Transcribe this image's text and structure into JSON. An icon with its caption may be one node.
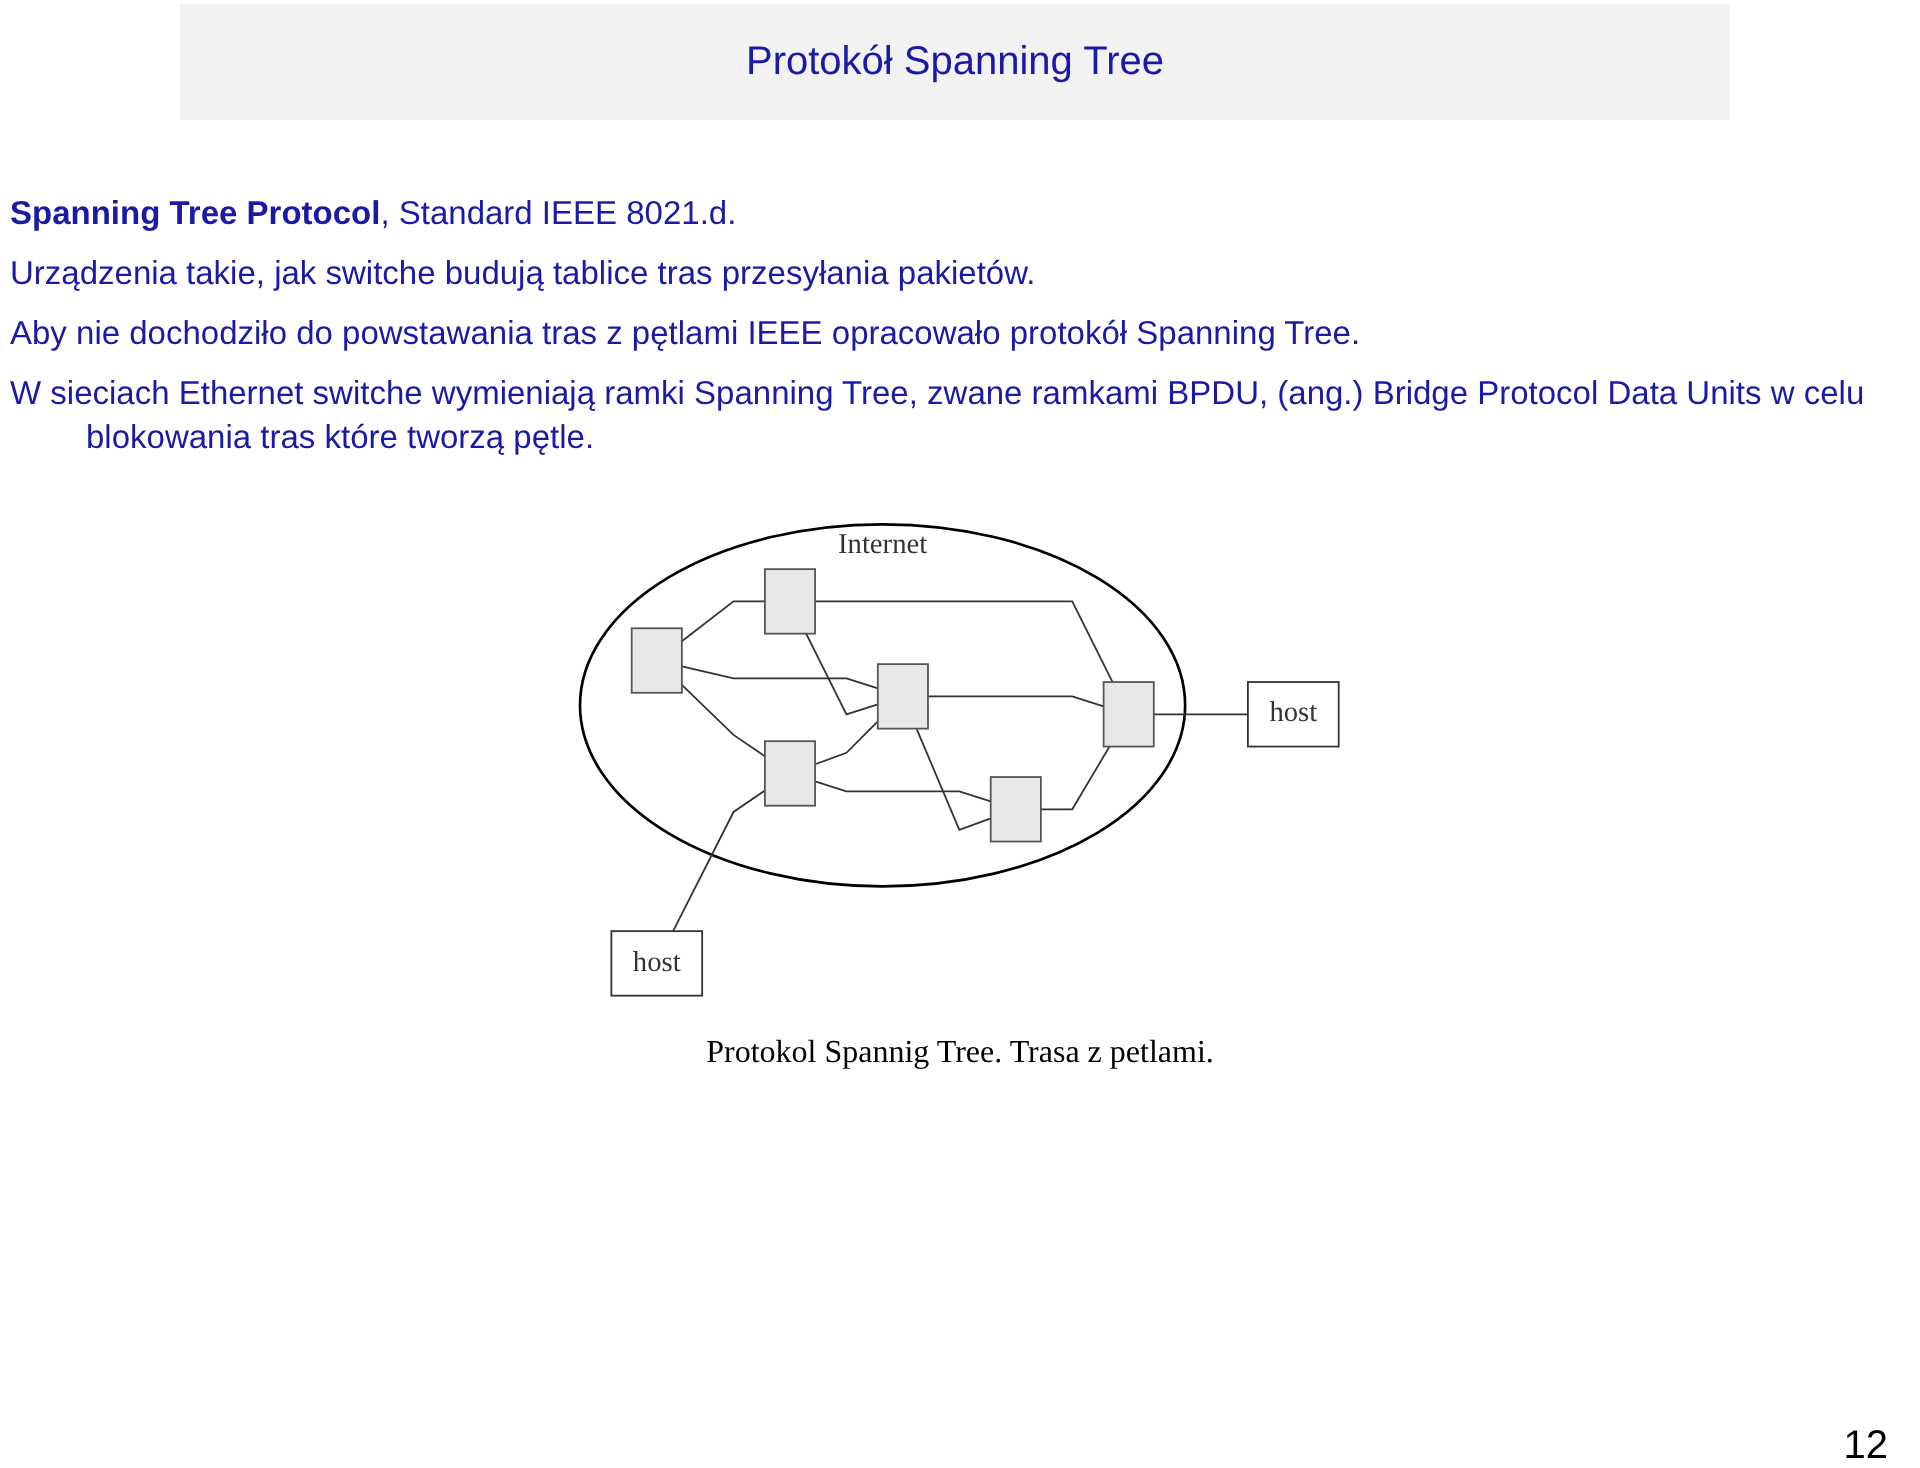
{
  "diagram": {
    "title": "Protokół Spanning Tree",
    "caption": "Protokol Spannig Tree. Trasa z petlami.",
    "nodes": [
      {
        "text": [
          "Internet"
        ]
      },
      {
        "text": [],
        "shape": "box",
        "in": 0
      },
      {
        "text": [],
        "shape": "box",
        "in": 0
      },
      {
        "text": [
          "host"
        ]
      },
      {
        "text": [],
        "shape": "box",
        "in": 0
      },
      {
        "text": [],
        "shape": "box",
        "in": 0
      },
      {
        "text": [],
        "shape": "box",
        "in": 0
      },
      {
        "text": [
          "host"
        ]
      },
      {
        "text": [],
        "shape": "box",
        "in": 0
      }
    ],
    "edges": [
      {
        "from": 1,
        "to": 2,
        "arrow": "none"
      },
      {
        "from": 1,
        "to": 4,
        "arrow": "none"
      },
      {
        "from": 1,
        "to": 5,
        "arrow": "none"
      },
      {
        "from": 2,
        "to": 5,
        "arrow": "none"
      },
      {
        "from": 2,
        "to": 6,
        "arrow": "none"
      },
      {
        "from": 3,
        "to": 4,
        "arrow": "none"
      },
      {
        "from": 4,
        "to": 5,
        "arrow": "none"
      },
      {
        "from": 4,
        "to": 8,
        "arrow": "none"
      },
      {
        "from": 5,
        "to": 8,
        "arrow": "none"
      },
      {
        "from": 5,
        "to": 6,
        "arrow": "none"
      },
      {
        "from": 8,
        "to": 6,
        "arrow": "none"
      },
      {
        "from": 6,
        "to": 7,
        "arrow": "none"
      }
    ],
    "labels": [
      "**Spanning Tree Protocol**, Standard IEEE 8021.d.",
      "Urządzenia takie, jak switche budują tablice tras przesyłania pakietów.",
      "Aby nie dochodziło do powstawania tras z pętlami IEEE opracowało protokół Spanning Tree.",
      "W sieciach Ethernet switche wymieniają ramki Spanning Tree, zwane ramkami BPDU, (ang.) Bridge Protocol Data Units w celu blokowania tras które tworzą pętle.",
      "12"
    ]
  }
}
